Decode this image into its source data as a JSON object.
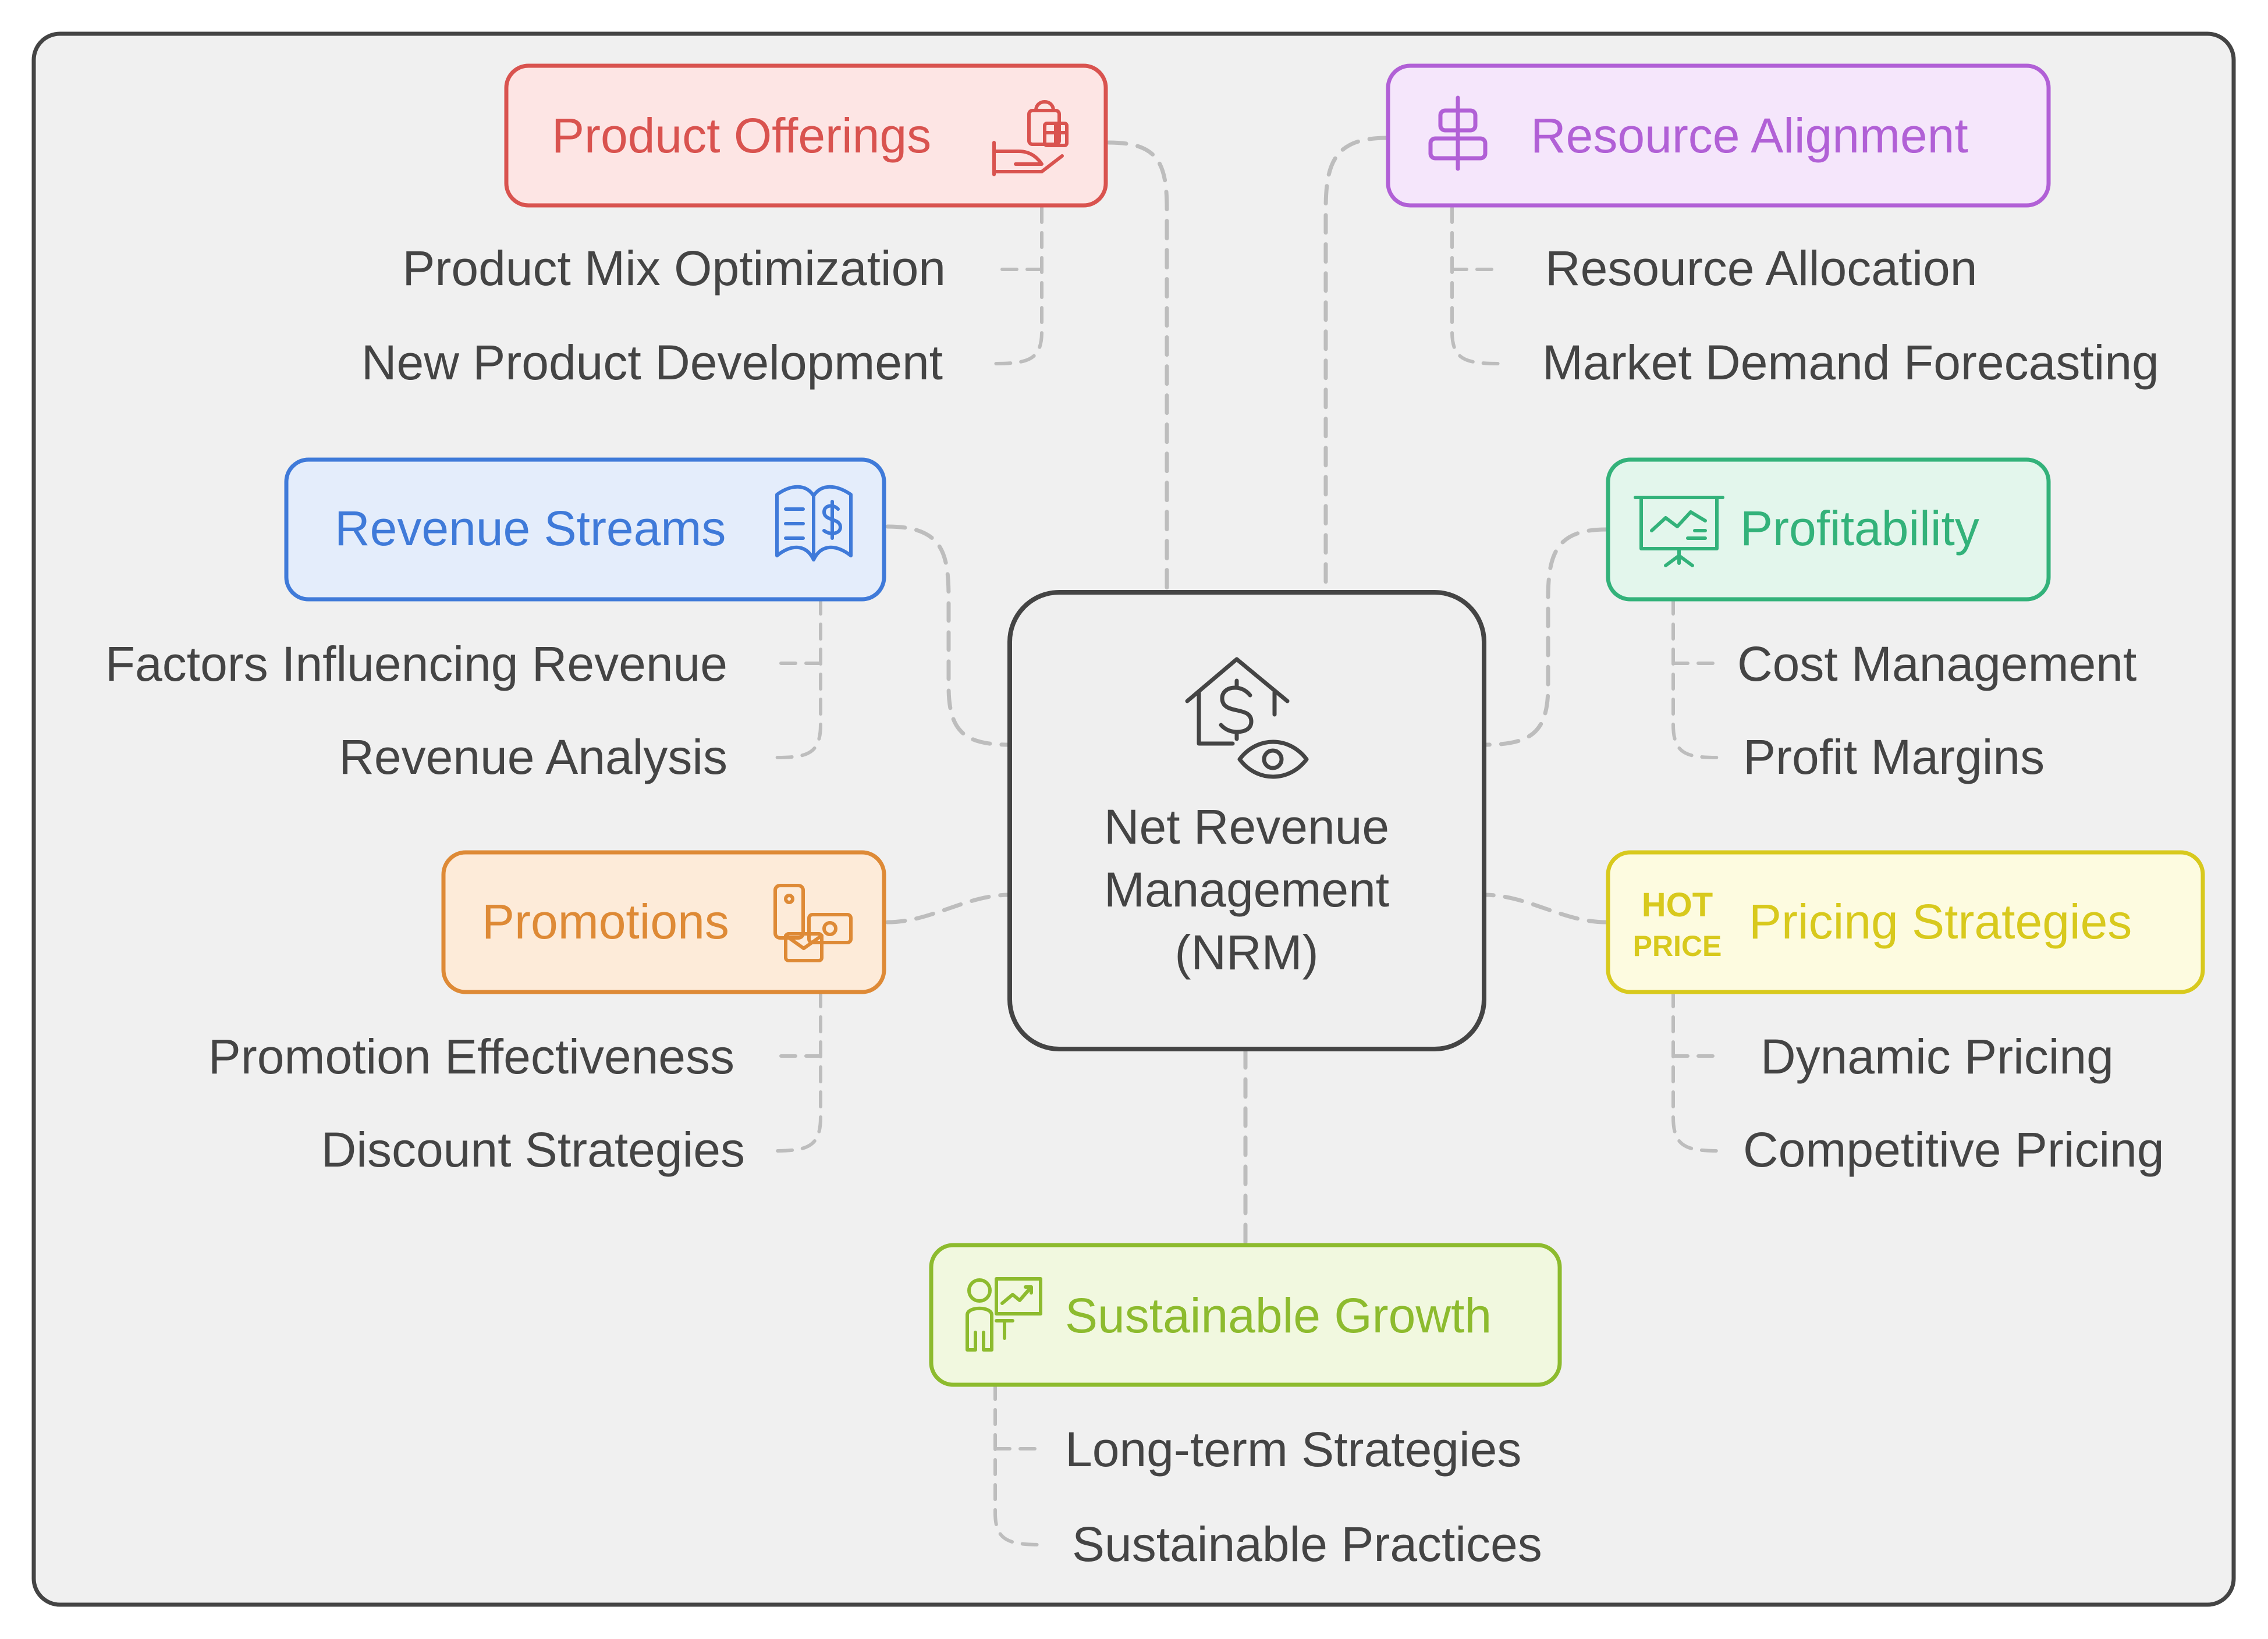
{
  "center": {
    "line1": "Net Revenue",
    "line2": "Management",
    "line3": "(NRM)",
    "icon": "house-dollar-eye-icon"
  },
  "branches": [
    {
      "key": "product",
      "title": "Product Offerings",
      "icon": "hand-gift-bag-icon",
      "color": "#d9534f",
      "fill": "#fde5e4",
      "items": [
        "Product Mix Optimization",
        "New Product Development"
      ]
    },
    {
      "key": "resource",
      "title": "Resource Alignment",
      "icon": "align-center-icon",
      "color": "#b160d6",
      "fill": "#f5e6fb",
      "items": [
        "Resource Allocation",
        "Market Demand Forecasting"
      ]
    },
    {
      "key": "revenue",
      "title": "Revenue Streams",
      "icon": "open-book-dollar-icon",
      "color": "#3f7ad9",
      "fill": "#e4edfb",
      "items": [
        "Factors Influencing Revenue",
        "Revenue Analysis"
      ]
    },
    {
      "key": "profit",
      "title": "Profitability",
      "icon": "presentation-chart-icon",
      "color": "#33b27a",
      "fill": "#e3f6ec",
      "items": [
        "Cost Management",
        "Profit Margins"
      ]
    },
    {
      "key": "promo",
      "title": "Promotions",
      "icon": "coupon-money-envelope-icon",
      "color": "#de8a36",
      "fill": "#fdebd9",
      "items": [
        "Promotion Effectiveness",
        "Discount Strategies"
      ]
    },
    {
      "key": "pricing",
      "title": "Pricing Strategies",
      "icon": "hot-price-icon",
      "color": "#d8c91d",
      "fill": "#fdfbe0",
      "items": [
        "Dynamic Pricing",
        "Competitive Pricing"
      ],
      "badge": {
        "line1": "HOT",
        "line2": "PRICE"
      }
    },
    {
      "key": "growth",
      "title": "Sustainable Growth",
      "icon": "presenter-growth-chart-icon",
      "color": "#8dbb2e",
      "fill": "#f1f8df",
      "items": [
        "Long-term Strategies",
        "Sustainable Practices"
      ]
    }
  ]
}
